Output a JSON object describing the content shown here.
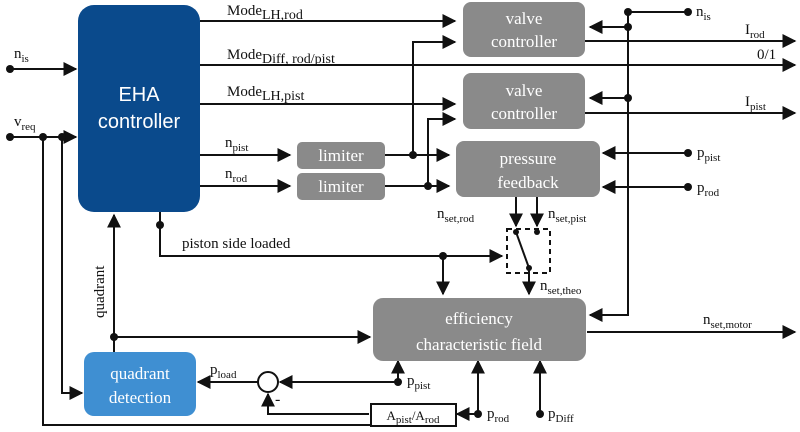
{
  "blocks": {
    "eha": [
      "EHA",
      "controller"
    ],
    "valve1": "valve controller",
    "valve2": "valve controller",
    "limiter1": "limiter",
    "limiter2": "limiter",
    "pressure": [
      "pressure",
      "feedback"
    ],
    "efficiency": [
      "efficiency",
      "characteristic field"
    ],
    "quadrant": [
      "quadrant",
      "detection"
    ],
    "ratio": [
      "A",
      "pist",
      "/A",
      "rod"
    ]
  },
  "signals": {
    "n_is": [
      "n",
      "is"
    ],
    "v_req": [
      "v",
      "req"
    ],
    "mode_lh_rod": [
      "Mode",
      "LH,rod"
    ],
    "mode_diff": [
      "Mode",
      "Diff, rod/pist"
    ],
    "mode_lh_pist": [
      "Mode",
      "LH,pist"
    ],
    "n_pist": [
      "n",
      "pist"
    ],
    "n_rod": [
      "n",
      "rod"
    ],
    "n_is_right": [
      "n",
      "is"
    ],
    "i_rod": [
      "I",
      "rod"
    ],
    "zero_one": "0/1",
    "i_pist": [
      "I",
      "pist"
    ],
    "p_pist_right": [
      "p",
      "pist"
    ],
    "p_rod_right": [
      "p",
      "rod"
    ],
    "n_set_rod": [
      "n",
      "set,rod"
    ],
    "n_set_pist": [
      "n",
      "set,pist"
    ],
    "piston_side": "piston side loaded",
    "quadrant_label": "quadrant",
    "n_set_theo": [
      "n",
      "set,theo"
    ],
    "n_set_motor": [
      "n",
      "set,motor"
    ],
    "p_load": [
      "p",
      "load"
    ],
    "p_pist_bottom": [
      "p",
      "pist"
    ],
    "p_rod_bottom": [
      "p",
      "rod"
    ],
    "p_diff": [
      "p",
      "Diff"
    ],
    "minus": "-"
  },
  "colors": {
    "eha_block": "#0a4a8c",
    "quadrant_block": "#3f8fd2",
    "gray_block": "#8a8a8a",
    "line": "#111111"
  }
}
